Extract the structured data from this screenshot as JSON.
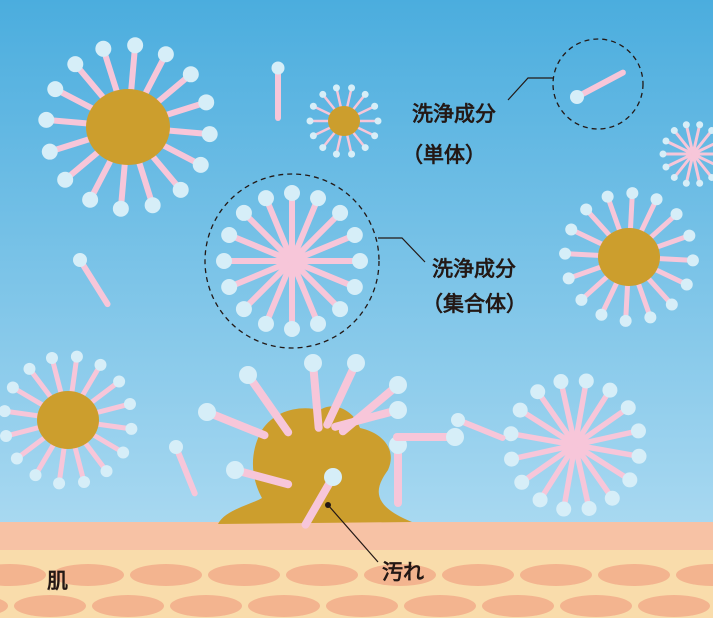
{
  "labels": {
    "monomer_line1": "洗浄成分",
    "monomer_line2": "（単体）",
    "micelle_line1": "洗浄成分",
    "micelle_line2": "（集合体）",
    "skin": "肌",
    "dirt": "汚れ"
  },
  "colors": {
    "sky_top": "#4badde",
    "sky_bottom": "#a9d9f1",
    "tail": "#f7c6d9",
    "head": "#d6eef8",
    "dirt": "#cc9e2d",
    "skin_top": "#f7c2a5",
    "skin_body": "#f9dcab",
    "skin_cell": "#f3b48f",
    "line": "#231815"
  }
}
